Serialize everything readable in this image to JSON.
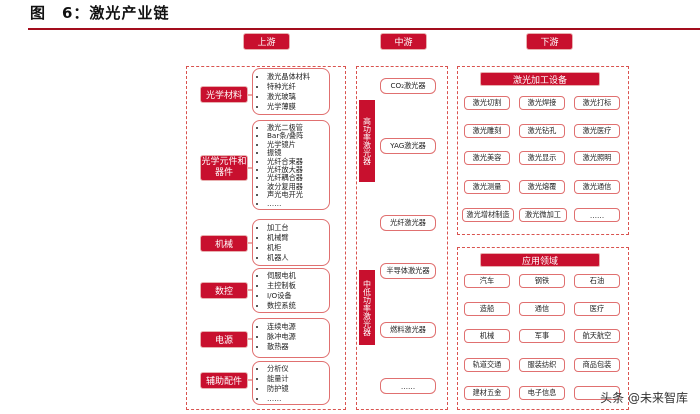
{
  "figure_title": "图　6：激光产业链",
  "stages": {
    "upstream": "上游",
    "midstream": "中游",
    "downstream": "下游"
  },
  "upstream": [
    {
      "label": "光学材料",
      "items": [
        "激光晶体材料",
        "特种光纤",
        "激光玻璃",
        "光学薄膜"
      ]
    },
    {
      "label": "光学元件和器件",
      "items": [
        "激光二极管",
        "Bar条/叠阵",
        "光学镜片",
        "振镜",
        "光纤合束器",
        "光纤放大器",
        "光纤耦合器",
        "波分复用器",
        "声光电开光",
        "……"
      ]
    },
    {
      "label": "机械",
      "items": [
        "加工台",
        "机械臂",
        "机柜",
        "机器人"
      ]
    },
    {
      "label": "数控",
      "items": [
        "伺服电机",
        "主控制板",
        "I/O设备",
        "数控系统"
      ]
    },
    {
      "label": "电源",
      "items": [
        "连续电源",
        "脉冲电源",
        "散热器"
      ]
    },
    {
      "label": "辅助配件",
      "items": [
        "分析仪",
        "能量计",
        "防护镜",
        "……"
      ]
    }
  ],
  "midstream": {
    "high_power_label": "高功率激光器",
    "mid_low_power_label": "中低功率激光器",
    "lasers": [
      "CO₂激光器",
      "YAG激光器",
      "光纤激光器",
      "半导体激光器",
      "燃料激光器",
      "……"
    ]
  },
  "downstream": {
    "processing": {
      "title": "激光加工设备",
      "items": [
        "激光切割",
        "激光焊接",
        "激光打标",
        "激光雕刻",
        "激光钻孔",
        "激光医疗",
        "激光美容",
        "激光显示",
        "激光照明",
        "激光测量",
        "激光熔覆",
        "激光通信",
        "激光增材制造",
        "激光微加工",
        "……"
      ]
    },
    "applications": {
      "title": "应用领域",
      "items": [
        "汽车",
        "钢铁",
        "石油",
        "造船",
        "通信",
        "医疗",
        "机械",
        "军事",
        "航天航空",
        "轨道交通",
        "服装纺织",
        "商品包装",
        "建材五金",
        "电子信息",
        ""
      ]
    }
  },
  "watermark": "头条 @未来智库",
  "colors": {
    "accent": "#c8102e",
    "dashed": "#d9534f",
    "title_rule": "#a30d1d"
  }
}
